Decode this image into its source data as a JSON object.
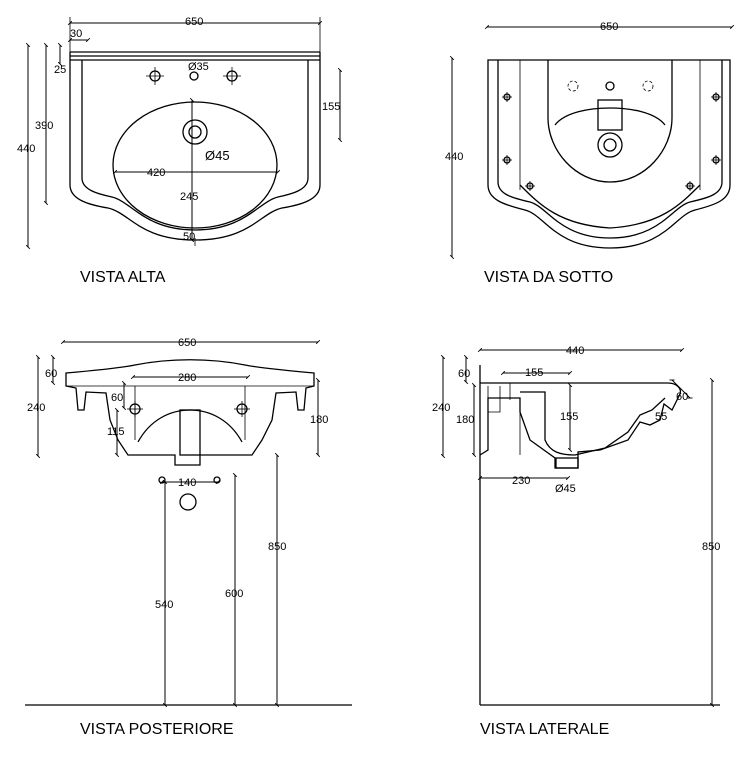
{
  "views": {
    "top": {
      "title": "VISTA ALTA",
      "dims": {
        "width": "650",
        "rim": "30",
        "rim_h": "25",
        "hole": "Ø35",
        "taps": "155",
        "inner_d": "390",
        "depth": "440",
        "bowl_w": "420",
        "drain": "Ø45",
        "bowl_d": "245",
        "front": "50"
      }
    },
    "bottom": {
      "title": "VISTA DA SOTTO",
      "dims": {
        "width": "650",
        "depth": "440"
      }
    },
    "rear": {
      "title": "VISTA POSTERIORE",
      "dims": {
        "width": "650",
        "rim_h": "60",
        "height": "240",
        "fix_w": "280",
        "fix_h": "60",
        "side": "180",
        "tail": "115",
        "hole_w": "140",
        "floor_h": "850",
        "fix_floor": "600",
        "drain_floor": "540"
      }
    },
    "side": {
      "title": "VISTA LATERALE",
      "dims": {
        "depth": "440",
        "rim_h": "60",
        "height": "240",
        "inner_h": "180",
        "bowl_back": "155",
        "bowl_depth": "155",
        "front_h": "60",
        "front_slope": "55",
        "drain_off": "230",
        "drain": "Ø45",
        "floor_h": "850"
      }
    }
  },
  "colors": {
    "line": "#000000",
    "background": "#ffffff"
  }
}
